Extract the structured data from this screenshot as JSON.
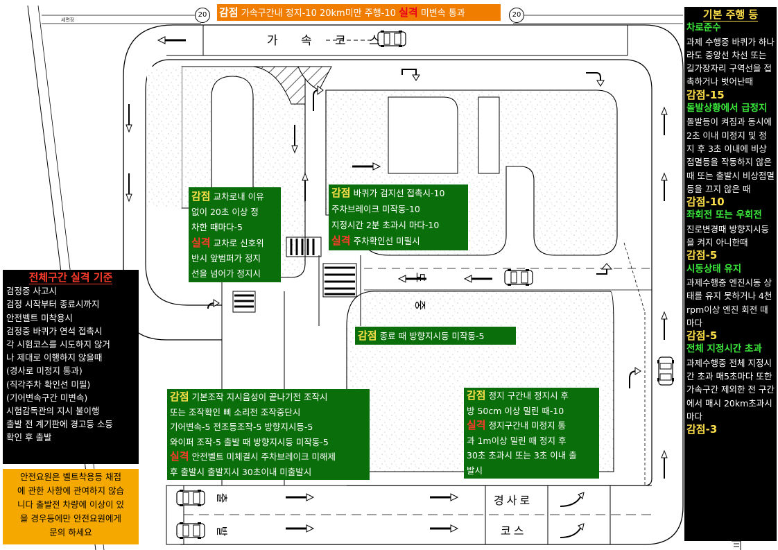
{
  "map": {
    "top_sign_left": "20",
    "top_sign_right": "20",
    "small_label": "세면장",
    "accel_course_label": "가 속 코 스",
    "lane_label_top": "도",
    "lane_label_bottom": "중",
    "slope_label_top": "경사로",
    "slope_label_bottom": "코스",
    "bottom_lane_label_1": "출",
    "bottom_lane_label_2": "발"
  },
  "top_banner": {
    "deduct": "감점",
    "deduct_text": "가속구간내 정지-10 20km미만 주행-10",
    "fail": "실격",
    "fail_text": "미변속 통과"
  },
  "right_panel": {
    "title": "기본 주행 등",
    "s1_title": "차로준수",
    "s1_text": "과제 수행중 바퀴가 하나라도 중앙선 차선 또는 길가장자리 구역선을 접촉하거나 벗어난때",
    "s1_points": "감점-15",
    "s2_title": "돌발상황에서 급정지",
    "s2_text": "돌발등이 켜짐과 동시에 2초 이내 미정지 및 정지 후 3초 이내에 비상점멸등을 작동하지 않은 때 또는 출발시 비상점멸등을 끄지 않은 때",
    "s2_points": "감점-10",
    "s3_title": "좌회전 또는 우회전",
    "s3_text": "진로변경때 방향지시등을 켜지 아니한때",
    "s3_points": "감점-5",
    "s4_title": "시동상태 유지",
    "s4_text": "과제수행중 엔진시동 상태를 유지 못하거나 4천rpm이상 엔진 회전 때 마다",
    "s4_points": "감점-5",
    "s5_title": "전체 지정시간 초과",
    "s5_text": "과제수행중 전체 지정시간 초과 매5초마다 또한 가속구간 제외한 전 구간에서 매시 20km초과시마다",
    "s5_points": "감점-3"
  },
  "left_panel": {
    "title": "전체구간 실격 기준",
    "lines": [
      "검정중 사고시",
      "검정 시작부터 종료시까지",
      "안전벨트 미착용시",
      "검정중 바퀴가 연석 접촉시",
      "각 시험코스를 시도하지 않거",
      "나 제대로 이행하지 않을때",
      "(경사로 미정지 통과)",
      "(직각주차 확인선 미필)",
      "(기어변속구간 미변속)",
      "시험감독관의 지시 불이행",
      "출발 전 계기판에 경고등 소등",
      "확인  후 출발"
    ]
  },
  "orange_note": {
    "lines": [
      "안전요원은 벨트착용등 채점",
      "에 관한 사항에 관여하지 않습",
      "니다 출발전 차량에 이상이 있",
      "을 경우등에만 안전요원에게",
      "문의 하세요"
    ]
  },
  "box_intersection": {
    "deduct": "감점",
    "l1": "교차로내 이유",
    "l2": "없이 20초 이상 정",
    "l3": "차한 때마다-5",
    "fail": "실격",
    "l4": "교차로 신호위",
    "l5": "반시 앞범퍼가 정지",
    "l6": "선을 넘어가 정지시"
  },
  "box_parking": {
    "deduct": "감점",
    "l1": "바퀴가 검지선 접촉시-10",
    "l2": "주차브레이크 미작동-10",
    "l3": "지정시간 2분 초과시 마다-10",
    "fail": "실격",
    "l4": "주차확인선 미필시"
  },
  "box_turnsignal": {
    "deduct": "감점",
    "text": "종료 때 방향지시등 미작동-5"
  },
  "box_basic": {
    "deduct": "감점",
    "l1": "기본조작 지시음성이 끝나기전 조작시",
    "l2": "또는 조작확인 삐 소리전 조작중단시",
    "l3": "기어변속-5 전조등조작-5 방향지시등-5",
    "l4": "와이퍼 조작-5 출발 때 방향지시등 미작동-5",
    "fail": "실격",
    "l5": "안전벨트 미체결시 주차브레이크 미해제",
    "l6": "후 출발시 출발지시 30초이내 미출발시"
  },
  "box_slope": {
    "deduct": "감점",
    "l1": "정지 구간내 정지시 후",
    "l2": "방 50cm 이상 밀린 때-10",
    "fail": "실격",
    "l3": "정지구간내 미정지 통",
    "l4": "과 1m이상 밀린 때 정지 후",
    "l5": "30초 초과시 또는 3초 이내 출",
    "l6": "발시"
  }
}
